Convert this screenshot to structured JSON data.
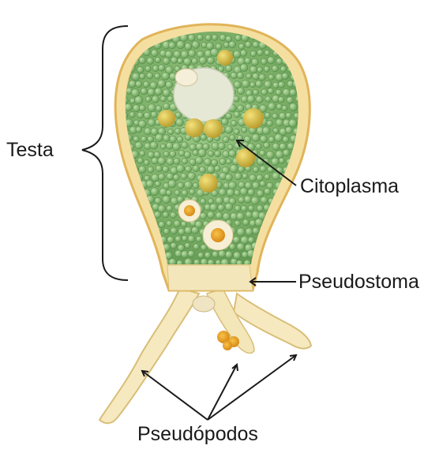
{
  "labels": {
    "testa": "Testa",
    "citoplasma": "Citoplasma",
    "pseudostoma": "Pseudostoma",
    "pseudopodos": "Pseudópodos"
  },
  "colors": {
    "test_fill": "#f6e3a8",
    "test_rim": "#e8c06a",
    "cytoplasm": "#7fb06a",
    "vesicle": "#8fc47a",
    "vesicle_dark": "#5e9a52",
    "yellow_body": "#d9b43c",
    "pseudopod": "#f5e7b8",
    "annotation": "#1a1a1a"
  }
}
